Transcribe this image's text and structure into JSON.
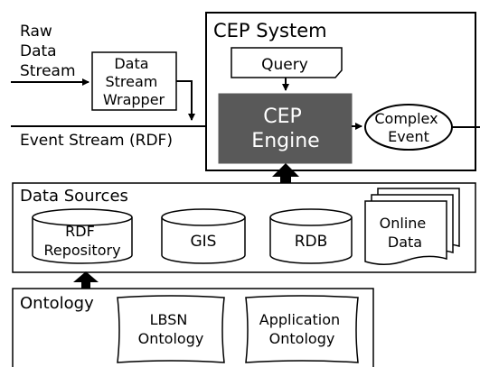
{
  "inputs": {
    "raw_data_stream": [
      "Raw",
      "Data",
      "Stream"
    ],
    "event_stream": "Event Stream (RDF)"
  },
  "wrapper": {
    "label": [
      "Data",
      "Stream",
      "Wrapper"
    ]
  },
  "cep_system": {
    "title": "CEP System",
    "query": "Query",
    "engine": [
      "CEP",
      "Engine"
    ],
    "complex_event": [
      "Complex",
      "Event"
    ]
  },
  "data_sources": {
    "title": "Data Sources",
    "rdf_repository": [
      "RDF",
      "Repository"
    ],
    "gis": "GIS",
    "rdb": "RDB",
    "online_data": [
      "Online",
      "Data"
    ]
  },
  "ontology": {
    "title": "Ontology",
    "lbsn": [
      "LBSN",
      "Ontology"
    ],
    "application": [
      "Application",
      "Ontology"
    ]
  },
  "colors": {
    "engine_fill": "#595959",
    "engine_text": "#ffffff",
    "stroke": "#000000",
    "background": "#ffffff"
  }
}
